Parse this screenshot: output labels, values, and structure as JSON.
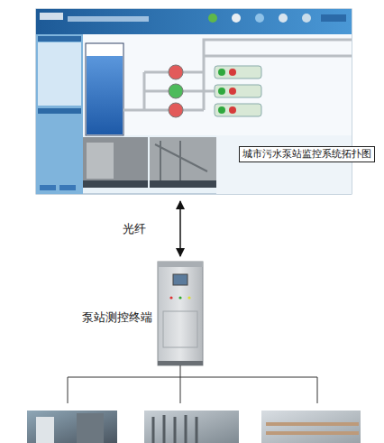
{
  "diagram": {
    "nodes": [
      {
        "text": [
          "城市污水泵站监控系统拓扑图"
        ]
      },
      {
        "text": [
          "泵站测控终端"
        ]
      }
    ],
    "edges": [
      {
        "from": 0,
        "to": 1,
        "arrow": "both",
        "label": "光纤"
      }
    ]
  }
}
